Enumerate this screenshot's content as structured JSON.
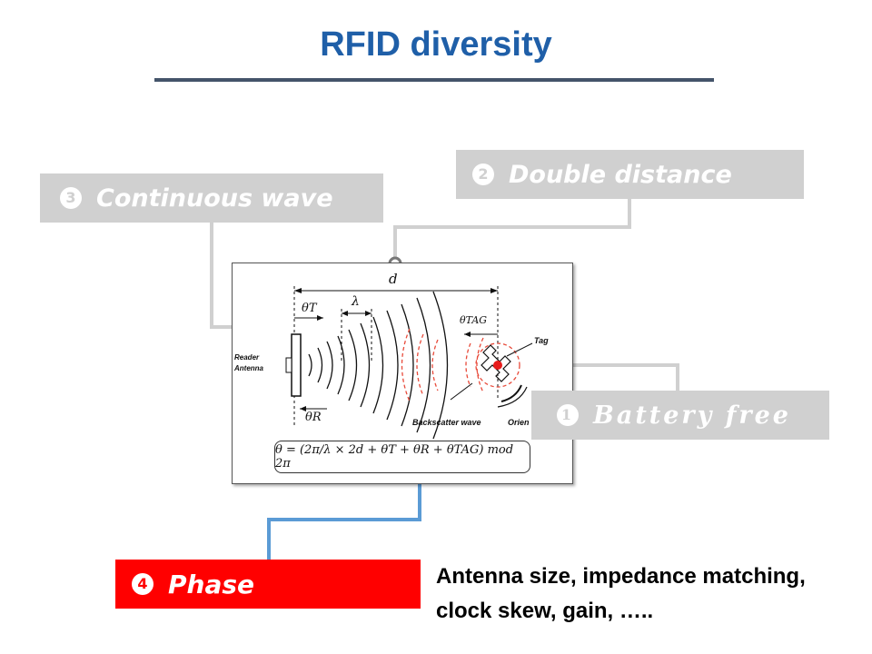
{
  "title": "RFID diversity",
  "callouts": {
    "c1": {
      "number": "1",
      "label": "Battery free"
    },
    "c2": {
      "number": "2",
      "label": "Double distance"
    },
    "c3": {
      "number": "3",
      "label": "Continuous wave"
    },
    "c4": {
      "number": "4",
      "label": "Phase"
    }
  },
  "note": {
    "line1": "Antenna size, impedance matching,",
    "line2": "clock skew, gain, ….."
  },
  "figure": {
    "distance_label": "d",
    "lambda_label": "λ",
    "theta_t_label": "θT",
    "theta_tag_label": "θTAG",
    "theta_r_label": "θR",
    "reader_antenna_label": "Reader Antenna",
    "tag_label": "Tag",
    "backscatter_label": "Backscatter wave",
    "orientation_label": "Orien",
    "formula": "θ = (2π/λ × 2d + θT + θR + θTAG) mod 2π"
  },
  "colors": {
    "title": "#1f5fa8",
    "grey_callout": "#d0d0d0",
    "red_callout": "#ff0000",
    "connector_grey": "#d0d0d0",
    "connector_blue": "#5b9bd5"
  }
}
